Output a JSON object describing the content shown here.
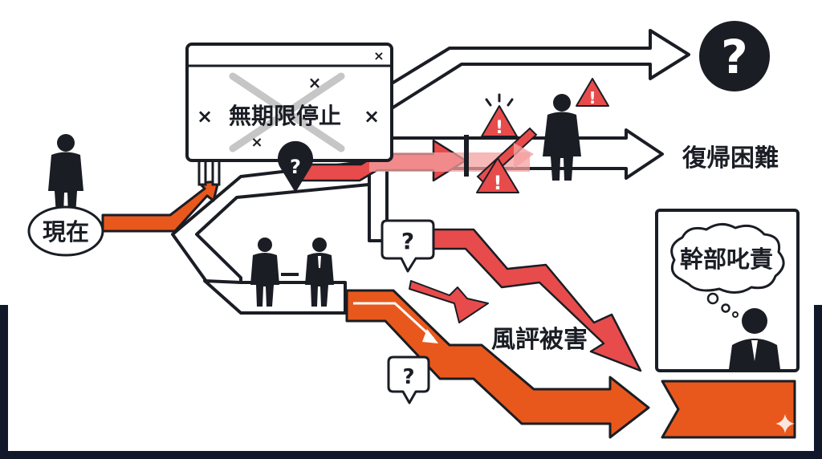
{
  "labels": {
    "current": "現在",
    "suspension": "無期限停止",
    "recovery_difficult": "復帰困難",
    "reputation_damage": "風評被害",
    "executive_reprimand": "幹部叱責"
  },
  "glyphs": {
    "question": "?",
    "warning": "!",
    "cross": "×"
  },
  "colors": {
    "ink": "#1a1d24",
    "orange": "#e8581c",
    "red": "#e84b4b",
    "light_red": "#f4a0a0",
    "white": "#ffffff",
    "dark_frame": "#11182a"
  }
}
